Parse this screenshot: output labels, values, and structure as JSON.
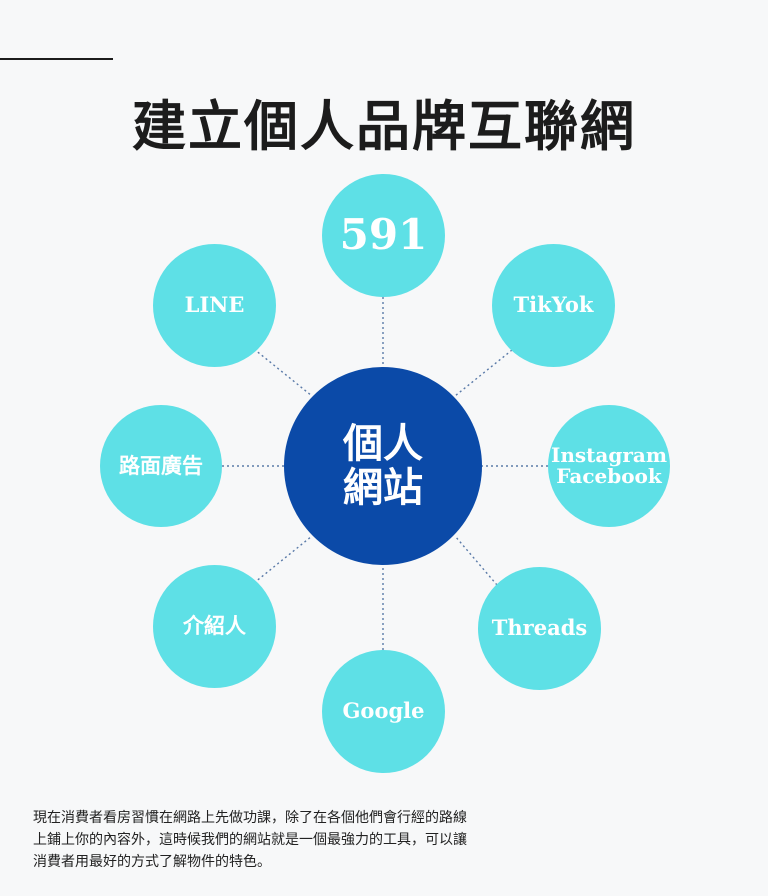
{
  "title": "建立個人品牌互聯網",
  "center": {
    "line1": "個人",
    "line2": "網站"
  },
  "nodes": {
    "n591": "591",
    "tiktok": "TikYok",
    "instagram": "Instagram",
    "facebook": "Facebook",
    "threads": "Threads",
    "google": "Google",
    "referral": "介紹人",
    "roadside_ads": "路面廣告",
    "line": "LINE"
  },
  "colors": {
    "node_fill": "#5ee0e6",
    "center_fill": "#0b4aa8",
    "text_dark": "#1c1c1c"
  },
  "description": {
    "line1": "現在消費者看房習慣在網路上先做功課，除了在各個他們會行經的路線",
    "line2": "上鋪上你的內容外，這時候我們的網站就是一個最強力的工具，可以讓",
    "line3": "消費者用最好的方式了解物件的特色。"
  }
}
